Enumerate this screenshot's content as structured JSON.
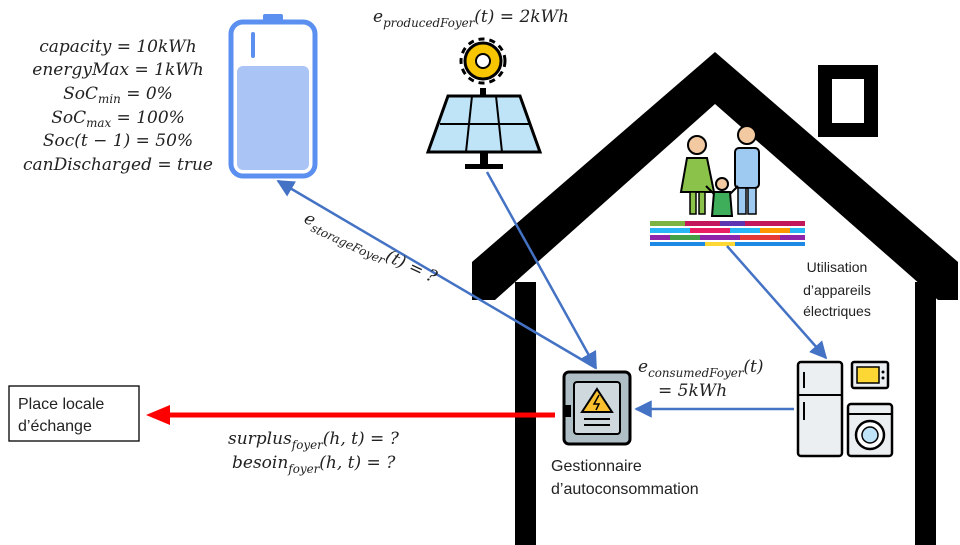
{
  "battery_params": {
    "capacity": "capacity = 10kWh",
    "energy_max": "energyMax = 1kWh",
    "soc_min_base": "SoC",
    "soc_min_sub": "min",
    "soc_min_rest": " = 0%",
    "soc_max_base": "SoC",
    "soc_max_sub": "max",
    "soc_max_rest": " = 100%",
    "soc_prev": "Soc(t − 1) = 50%",
    "can_discharged": "canDischarged = true"
  },
  "produced": {
    "base": "e",
    "sub": "producedFoyer",
    "rest": "(t) = 2kWh"
  },
  "storage": {
    "base": "e",
    "sub": "storageFoyer",
    "rest": "(t) = ?"
  },
  "consumed": {
    "base": "e",
    "sub": "consumedFoyer",
    "rest": "(t)",
    "line2": "= 5kWh"
  },
  "usage_label": {
    "line1": "Utilisation",
    "line2": "d’appareils",
    "line3": "électriques"
  },
  "exchange_box": {
    "line1": "Place locale",
    "line2": "d’échange"
  },
  "surplus": {
    "base": "surplus",
    "sub": "foyer",
    "rest": "(h, t) = ?"
  },
  "besoin": {
    "base": "besoin",
    "sub": "foyer",
    "rest": "(h, t) = ?"
  },
  "manager_label": {
    "line1": "Gestionnaire",
    "line2": "d’autoconsommation"
  },
  "colors": {
    "arrow_blue": "#4472c4",
    "arrow_red": "#ff0000",
    "house": "#000000",
    "battery_stroke": "#5b8ff0",
    "battery_fill": "#a9c4f5",
    "panel_fill": "#bfe3f7",
    "sun_fill": "#f7c600"
  }
}
